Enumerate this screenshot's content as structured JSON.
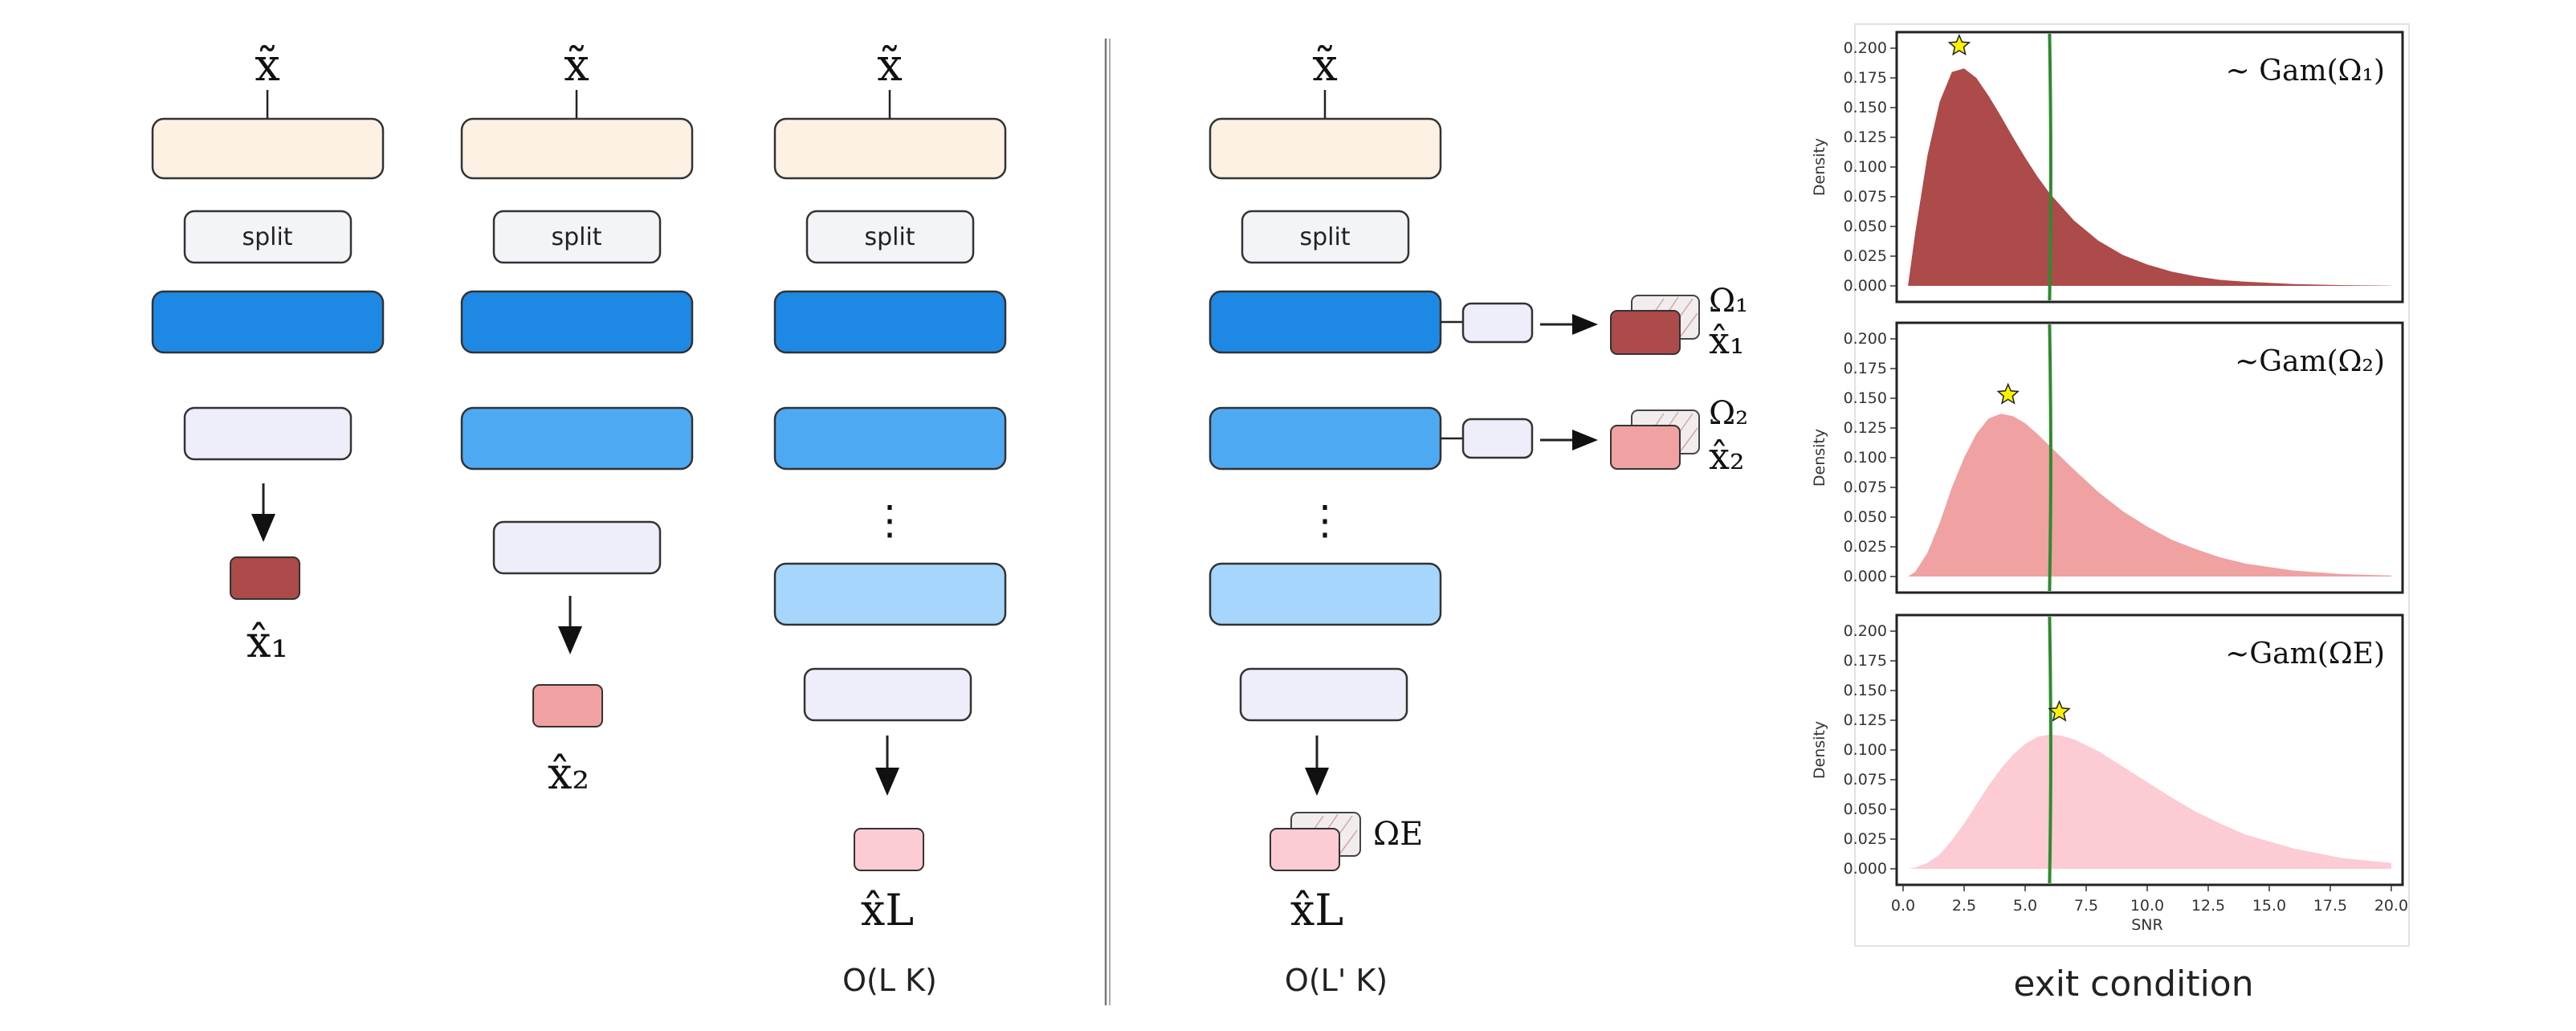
{
  "labels": {
    "input": "x̃",
    "split": "split",
    "x1": "x̂₁",
    "x2": "x̂₂",
    "xL": "x̂L",
    "omega1": "Ω₁",
    "omega2": "Ω₂",
    "omegaE": "ΩE",
    "complexity_left": "O(L K)",
    "complexity_right": "O(L' K)",
    "ellipsis": "⋮",
    "exit_condition": "exit condition"
  },
  "colors": {
    "input_block": "#fdf1e4",
    "split_block": "#f3f4f8",
    "head_block": "#eeeefb",
    "layer_dark": "#1e88e5",
    "layer_mid": "#4ea9f3",
    "layer_light": "#a6d6fb",
    "out_1": "#ad4a4a",
    "out_2": "#f0a1a1",
    "out_L": "#fccbd4",
    "threshold": "#2e8b2e",
    "star": "#fff200"
  },
  "chart_data": [
    {
      "type": "area",
      "annotation": "~ Gam(Ω₁)",
      "ylabel": "Density",
      "xlabel": "",
      "xlim": [
        0,
        20
      ],
      "ylim": [
        0,
        0.2
      ],
      "yticks": [
        "0.000",
        "0.025",
        "0.050",
        "0.075",
        "0.100",
        "0.125",
        "0.150",
        "0.175",
        "0.200"
      ],
      "xticks": [],
      "grid": false,
      "color": "#ad4a4a",
      "threshold_x": 6.0,
      "star": [
        2.3,
        0.202
      ],
      "x": [
        0.2,
        0.5,
        1.0,
        1.5,
        2.0,
        2.5,
        3.0,
        3.5,
        4.0,
        4.5,
        5.0,
        5.5,
        6.0,
        7.0,
        8.0,
        9.0,
        10.0,
        11.0,
        12.0,
        13.0,
        14.0,
        16.0,
        18.0,
        20.0
      ],
      "y": [
        0.0,
        0.045,
        0.11,
        0.155,
        0.18,
        0.183,
        0.175,
        0.16,
        0.143,
        0.125,
        0.108,
        0.092,
        0.078,
        0.055,
        0.038,
        0.026,
        0.018,
        0.012,
        0.008,
        0.005,
        0.0035,
        0.0015,
        0.0006,
        0.0002
      ]
    },
    {
      "type": "area",
      "annotation": "~Gam(Ω₂)",
      "ylabel": "Density",
      "xlabel": "",
      "xlim": [
        0,
        20
      ],
      "ylim": [
        0,
        0.2
      ],
      "yticks": [
        "0.000",
        "0.025",
        "0.050",
        "0.075",
        "0.100",
        "0.125",
        "0.150",
        "0.175",
        "0.200"
      ],
      "xticks": [],
      "grid": false,
      "color": "#f0a1a1",
      "threshold_x": 6.0,
      "star": [
        4.3,
        0.153
      ],
      "x": [
        0.2,
        0.5,
        1.0,
        1.5,
        2.0,
        2.5,
        3.0,
        3.5,
        4.0,
        4.5,
        5.0,
        5.5,
        6.0,
        7.0,
        8.0,
        9.0,
        10.0,
        11.0,
        12.0,
        13.0,
        14.0,
        16.0,
        18.0,
        20.0
      ],
      "y": [
        0.0,
        0.004,
        0.02,
        0.045,
        0.075,
        0.1,
        0.12,
        0.133,
        0.137,
        0.135,
        0.129,
        0.12,
        0.11,
        0.09,
        0.071,
        0.055,
        0.042,
        0.031,
        0.023,
        0.016,
        0.011,
        0.005,
        0.002,
        0.0008
      ]
    },
    {
      "type": "area",
      "annotation": "~Gam(ΩE)",
      "ylabel": "Density",
      "xlabel": "SNR",
      "xlim": [
        0,
        20
      ],
      "ylim": [
        0,
        0.2
      ],
      "yticks": [
        "0.000",
        "0.025",
        "0.050",
        "0.075",
        "0.100",
        "0.125",
        "0.150",
        "0.175",
        "0.200"
      ],
      "xticks": [
        "0.0",
        "2.5",
        "5.0",
        "7.5",
        "10.0",
        "12.5",
        "15.0",
        "17.5",
        "20.0"
      ],
      "grid": false,
      "color": "#fccbd4",
      "threshold_x": 6.0,
      "star": [
        6.4,
        0.132
      ],
      "x": [
        0.2,
        0.5,
        1.0,
        1.5,
        2.0,
        2.5,
        3.0,
        3.5,
        4.0,
        4.5,
        5.0,
        5.5,
        6.0,
        6.5,
        7.0,
        8.0,
        9.0,
        10.0,
        11.0,
        12.0,
        13.0,
        14.0,
        16.0,
        18.0,
        20.0
      ],
      "y": [
        0.0,
        0.001,
        0.005,
        0.012,
        0.024,
        0.038,
        0.054,
        0.07,
        0.084,
        0.096,
        0.105,
        0.111,
        0.113,
        0.112,
        0.109,
        0.099,
        0.086,
        0.073,
        0.06,
        0.048,
        0.038,
        0.029,
        0.017,
        0.009,
        0.005
      ]
    }
  ]
}
